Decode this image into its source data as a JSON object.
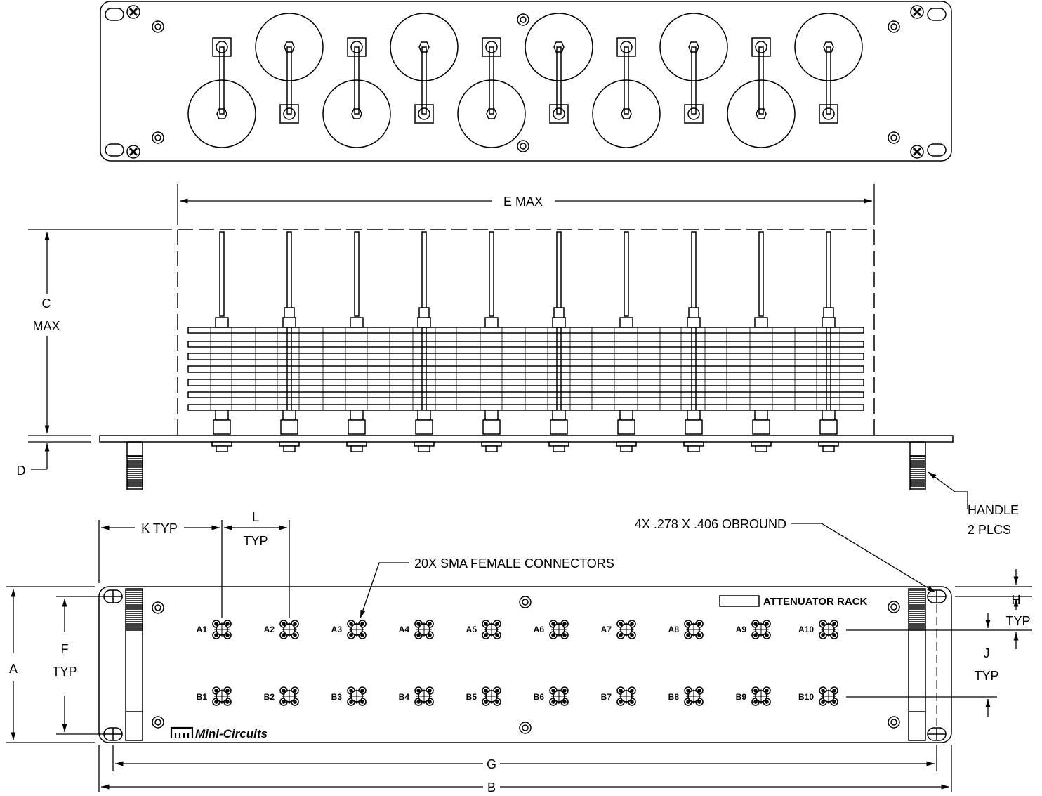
{
  "dimensions": {
    "e_max": "E MAX",
    "c": "C",
    "max": "MAX",
    "d": "D",
    "handle": "HANDLE",
    "handle_count": "2 PLCS",
    "obround": "4X .278 X .406 OBROUND",
    "k": "K TYP",
    "l": "L",
    "typ": "TYP",
    "connectors": "20X SMA FEMALE CONNECTORS",
    "a": "A",
    "f": "F",
    "h": "H",
    "j": "J",
    "g": "G",
    "b": "B"
  },
  "panel": {
    "title": "ATTENUATOR RACK",
    "brand": "Mini-Circuits",
    "row_a": [
      "A1",
      "A2",
      "A3",
      "A4",
      "A5",
      "A6",
      "A7",
      "A8",
      "A9",
      "A10"
    ],
    "row_b": [
      "B1",
      "B2",
      "B3",
      "B4",
      "B5",
      "B6",
      "B7",
      "B8",
      "B9",
      "B10"
    ]
  }
}
